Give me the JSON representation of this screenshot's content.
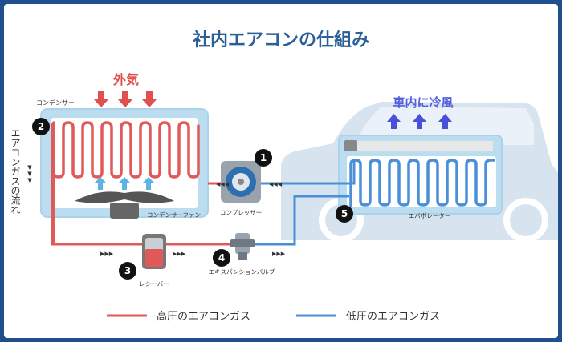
{
  "title": "社内エアコンの仕組み",
  "outside_air": "外気",
  "cabin_cooling": "車内に冷風",
  "flow_label": "エアコンガスの流れ",
  "flow_arrows": "▼▼▼",
  "row_arrows": "▶▶▶",
  "row_arrows_left": "◀◀◀",
  "components": {
    "condenser": "コンデンサー",
    "condenser_fan": "コンデンサーファン",
    "compressor": "コンプレッサー",
    "receiver": "レシーバー",
    "expansion_valve": "エキスパンションバルブ",
    "evaporator": "エバポレーター"
  },
  "badges": {
    "compressor": "1",
    "condenser": "2",
    "receiver": "3",
    "expansion_valve": "4",
    "evaporator": "5"
  },
  "legend": {
    "high": "高圧のエアコンガス",
    "low": "低圧のエアコンガス"
  },
  "colors": {
    "high": "#e05a5a",
    "low": "#4a90d9",
    "title": "#2b5f98",
    "cool": "#5560e0",
    "heat": "#e05050"
  }
}
